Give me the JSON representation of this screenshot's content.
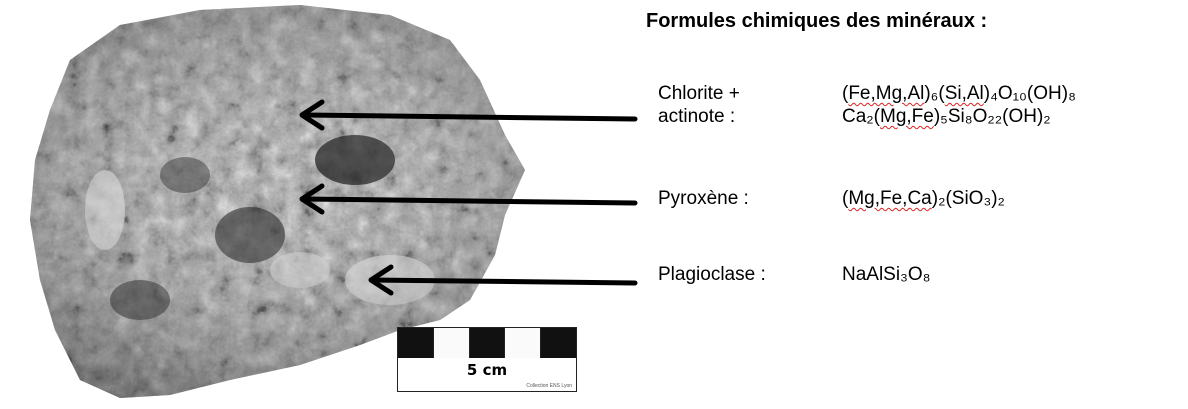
{
  "title": "Formules chimiques des minéraux :",
  "minerals": [
    {
      "label_lines": [
        "Chlorite +",
        "actinote :"
      ],
      "formula_lines": [
        "(Fe,Mg,Al)₆(Si,Al)₄O₁₀(OH)₈",
        "Ca₂(Mg,Fe)₅Si₈O₂₂(OH)₂"
      ]
    },
    {
      "label_lines": [
        "Pyroxène :"
      ],
      "formula_lines": [
        "(Mg,Fe,Ca)₂(SiO₃)₂"
      ]
    },
    {
      "label_lines": [
        "Plagioclase :"
      ],
      "formula_lines": [
        "NaAlSi₃O₈"
      ]
    }
  ],
  "scale_bar": {
    "label": "5 cm",
    "caption": "Collection ENS Lyon"
  },
  "colors": {
    "arrow": "#000000",
    "spellcheck_underline": "#dd2222"
  }
}
